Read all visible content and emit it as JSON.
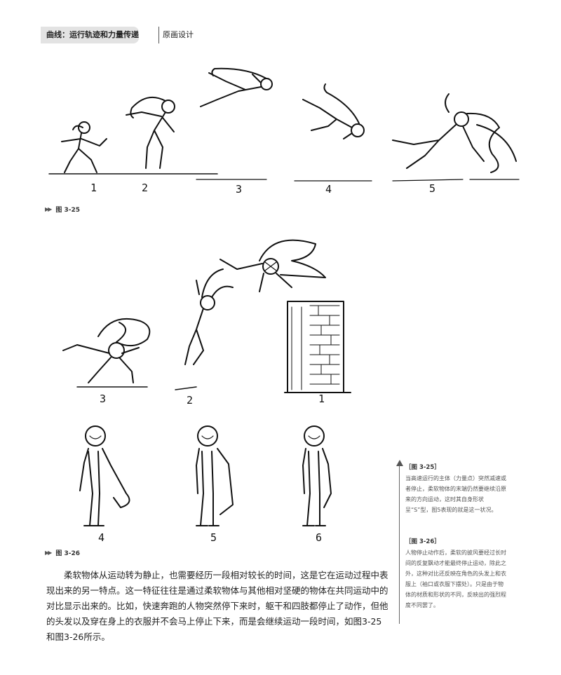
{
  "header": {
    "tab_title": "曲线：运行轨迹和力量传递",
    "section": "原画设计"
  },
  "figure_25": {
    "label": "图 3-25",
    "frames": [
      "1",
      "2",
      "3",
      "4",
      "5"
    ]
  },
  "figure_26": {
    "label": "图 3-26",
    "top_frames": [
      "3",
      "2",
      "1"
    ],
    "bottom_frames": [
      "4",
      "5",
      "6"
    ]
  },
  "body": {
    "paragraph": "柔软物体从运动转为静止，也需要经历一段相对较长的时间，这是它在运动过程中表现出来的另一特点。这一特征往往是通过柔软物体与其他相对坚硬的物体在共同运动中的对比显示出来的。比如，快速奔跑的人物突然停下来时，躯干和四肢都停止了动作，但他的头发以及穿在身上的衣服并不会马上停止下来，而是会继续运动一段时间，如图3-25和图3-26所示。"
  },
  "sidebar": {
    "note1_title": "［图 3-25］",
    "note1_text": "当高速运行的主体（力量点）突然减速或者停止，柔软物体的末端仍然要继续沿原来的方向运动，这时其自身形状呈“S”型，图5表现的就是这一状况。",
    "note2_title": "［图 3-26］",
    "note2_text": "人物停止动作后，柔软的披风要经过长时间的反复飘动才能最终停止运动，除此之外，这种对比还反映在角色的头发上和衣服上（袖口或衣服下摆处）。只是由于物体的材质和形状的不同，反映出的强烈程度不同罢了。"
  }
}
